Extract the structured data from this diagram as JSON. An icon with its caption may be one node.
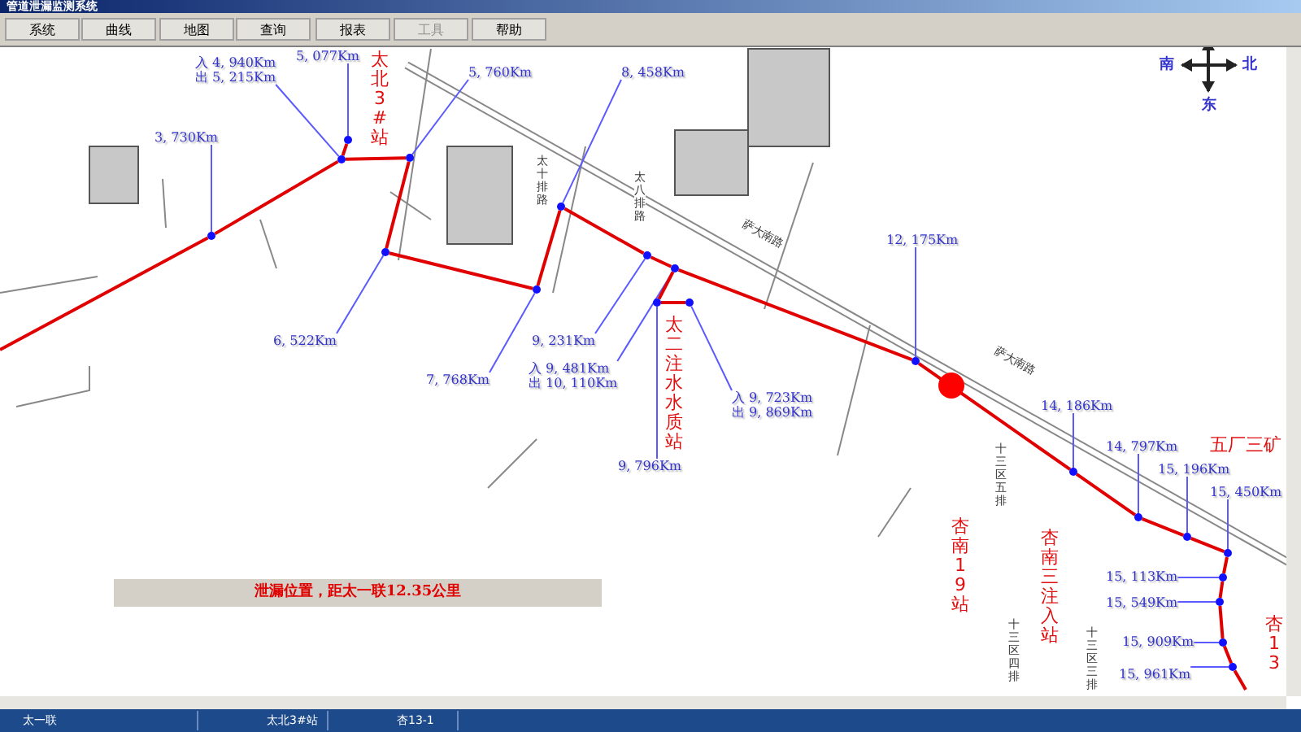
{
  "diagram": {
    "title": "管道泄漏监测系统",
    "nodes": [
      {
        "text": [
          "3, 730Km"
        ]
      },
      {
        "text": [
          "入 4, 940Km",
          "出 5, 215Km"
        ]
      },
      {
        "text": [
          "5, 077Km"
        ]
      },
      {
        "text": [
          "5, 760Km"
        ]
      },
      {
        "text": [
          "6, 522Km"
        ]
      },
      {
        "text": [
          "7, 768Km"
        ]
      },
      {
        "text": [
          "8, 458Km"
        ]
      },
      {
        "text": [
          "9, 231Km"
        ]
      },
      {
        "text": [
          "入 9, 481Km",
          "出 10, 110Km"
        ]
      },
      {
        "text": [
          "9, 796Km"
        ]
      },
      {
        "text": [
          "入 9, 723Km",
          "出 9, 869Km"
        ]
      },
      {
        "text": [
          "12, 175Km"
        ]
      },
      {
        "text": [
          "14, 186Km"
        ]
      },
      {
        "text": [
          "14, 797Km"
        ]
      },
      {
        "text": [
          "15, 196Km"
        ]
      },
      {
        "text": [
          "15, 450Km"
        ]
      },
      {
        "text": [
          "15, 113Km"
        ]
      },
      {
        "text": [
          "15, 549Km"
        ]
      },
      {
        "text": [
          "15, 909Km"
        ]
      },
      {
        "text": [
          "15, 961Km"
        ]
      },
      {
        "text": [],
        "shape": "circle"
      },
      {
        "text": [],
        "shape": "circle"
      },
      {
        "text": [],
        "shape": "circle"
      },
      {
        "text": [],
        "shape": "circle"
      },
      {
        "text": [],
        "shape": "circle"
      },
      {
        "text": [],
        "shape": "circle"
      },
      {
        "text": [],
        "shape": "circle"
      },
      {
        "text": [],
        "shape": "circle"
      },
      {
        "text": [],
        "shape": "circle"
      },
      {
        "text": [],
        "shape": "circle"
      },
      {
        "text": [],
        "shape": "circle"
      },
      {
        "text": [],
        "shape": "circle"
      },
      {
        "text": [],
        "shape": "circle"
      },
      {
        "text": [],
        "shape": "circle"
      },
      {
        "text": [],
        "shape": "circle"
      },
      {
        "text": [],
        "shape": "circle"
      },
      {
        "text": [],
        "shape": "circle"
      },
      {
        "text": [],
        "shape": "circle"
      },
      {
        "text": [],
        "shape": "circle"
      },
      {
        "text": [],
        "shape": "circle"
      }
    ],
    "edges": [
      {
        "from": 0,
        "to": 20,
        "arrow": "none",
        "color": "#5a5aff"
      },
      {
        "from": 1,
        "to": 21,
        "arrow": "none",
        "color": "#5a5aff"
      },
      {
        "from": 2,
        "to": 22,
        "arrow": "none",
        "color": "#5a5aff"
      },
      {
        "from": 3,
        "to": 23,
        "arrow": "none",
        "color": "#5a5aff"
      },
      {
        "from": 4,
        "to": 24,
        "arrow": "none",
        "color": "#5a5aff"
      },
      {
        "from": 5,
        "to": 25,
        "arrow": "none",
        "color": "#5a5aff"
      },
      {
        "from": 6,
        "to": 26,
        "arrow": "none",
        "color": "#5a5aff"
      },
      {
        "from": 7,
        "to": 27,
        "arrow": "none",
        "color": "#5a5aff"
      },
      {
        "from": 8,
        "to": 28,
        "arrow": "none",
        "color": "#5a5aff"
      },
      {
        "from": 9,
        "to": 29,
        "arrow": "none",
        "color": "#5a5aff"
      },
      {
        "from": 10,
        "to": 30,
        "arrow": "none",
        "color": "#5a5aff"
      },
      {
        "from": 11,
        "to": 31,
        "arrow": "none",
        "color": "#5a5aff"
      },
      {
        "from": 12,
        "to": 32,
        "arrow": "none",
        "color": "#5a5aff"
      },
      {
        "from": 13,
        "to": 33,
        "arrow": "none",
        "color": "#5a5aff"
      },
      {
        "from": 14,
        "to": 34,
        "arrow": "none",
        "color": "#5a5aff"
      },
      {
        "from": 15,
        "to": 35,
        "arrow": "none",
        "color": "#5a5aff"
      },
      {
        "from": 16,
        "to": 36,
        "arrow": "none",
        "color": "#5a5aff"
      },
      {
        "from": 17,
        "to": 37,
        "arrow": "none",
        "color": "#5a5aff"
      },
      {
        "from": 18,
        "to": 38,
        "arrow": "none",
        "color": "#5a5aff"
      },
      {
        "from": 19,
        "to": 39,
        "arrow": "none",
        "color": "#5a5aff"
      },
      {
        "from": null,
        "to": 20,
        "arrow": "none",
        "color": "#e00000"
      },
      {
        "from": 20,
        "to": 21,
        "arrow": "none",
        "color": "#e00000"
      },
      {
        "from": 21,
        "to": 22,
        "arrow": "none",
        "color": "#e00000"
      },
      {
        "from": 21,
        "to": 23,
        "arrow": "none",
        "color": "#e00000"
      },
      {
        "from": 23,
        "to": 24,
        "arrow": "none",
        "color": "#e00000"
      },
      {
        "from": 24,
        "to": 25,
        "arrow": "none",
        "color": "#e00000"
      },
      {
        "from": 25,
        "to": 26,
        "arrow": "none",
        "color": "#e00000"
      },
      {
        "from": 26,
        "to": 27,
        "arrow": "none",
        "color": "#e00000"
      },
      {
        "from": 27,
        "to": 28,
        "arrow": "none",
        "color": "#e00000"
      },
      {
        "from": 28,
        "to": 29,
        "arrow": "none",
        "color": "#e00000"
      },
      {
        "from": 29,
        "to": 30,
        "arrow": "none",
        "color": "#e00000"
      },
      {
        "from": 28,
        "to": 31,
        "arrow": "none",
        "color": "#e00000"
      },
      {
        "from": 31,
        "to": 32,
        "arrow": "none",
        "color": "#e00000"
      },
      {
        "from": 32,
        "to": 33,
        "arrow": "none",
        "color": "#e00000"
      },
      {
        "from": 33,
        "to": 34,
        "arrow": "none",
        "color": "#e00000"
      },
      {
        "from": 34,
        "to": 35,
        "arrow": "none",
        "color": "#e00000"
      },
      {
        "from": 35,
        "to": 36,
        "arrow": "none",
        "color": "#e00000"
      },
      {
        "from": 36,
        "to": 37,
        "arrow": "none",
        "color": "#e00000"
      },
      {
        "from": 37,
        "to": 38,
        "arrow": "none",
        "color": "#e00000"
      },
      {
        "from": 38,
        "to": 39,
        "arrow": "none",
        "color": "#e00000"
      },
      {
        "from": 39,
        "to": null,
        "arrow": "none",
        "color": "#e00000"
      }
    ],
    "labels": [
      "系统",
      "曲线",
      "地图",
      "查询",
      "报表",
      "工具",
      "帮助",
      "南",
      "北",
      "东",
      "太北3#站",
      "太十排路",
      "太八排路",
      "萨大南路",
      "太二注水水质站",
      "萨大南路",
      "杏南19站",
      "五厂三矿",
      "十三区五排",
      "杏南三注入站",
      "十三区四排",
      "十三区三排",
      "杏13",
      "泄漏位置，距太一联12.35公里",
      "太一联",
      "太北3#站",
      "杏13-1"
    ]
  }
}
